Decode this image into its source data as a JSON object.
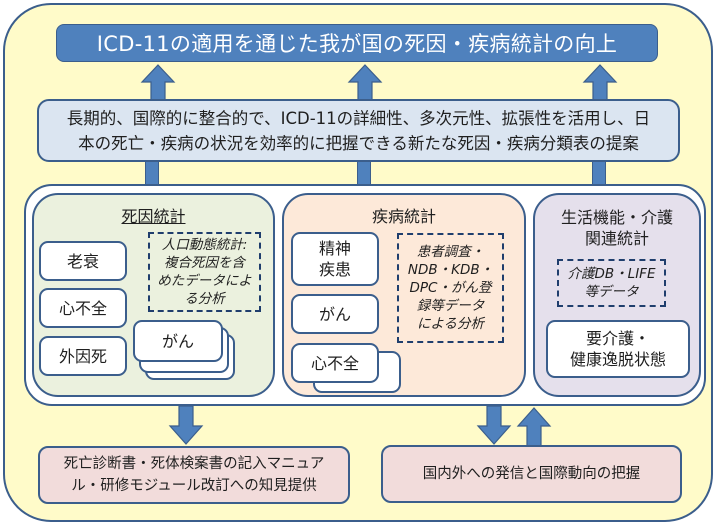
{
  "goal": {
    "text": "ICD-11の適用を通じた我が国の死因・疾病統計の向上"
  },
  "proposal": {
    "line1": "長期的、国際的に整合的で、ICD-11の詳細性、多次元性、拡張性を活用し、日",
    "line2": "本の死亡・疾病の状況を効率的に把握できる新たな死因・疾病分類表の提案"
  },
  "panels": {
    "mortality": {
      "title": "死因統計",
      "items": [
        "老衰",
        "心不全",
        "外因死",
        "がん"
      ],
      "analysis": [
        "人口動態統計:",
        "複合死因を含",
        "めたデータによ",
        "る分析"
      ]
    },
    "morbidity": {
      "title": "疾病統計",
      "items": [
        "精神",
        "疾患",
        "がん",
        "心不全"
      ],
      "analysis": [
        "患者調査・",
        "NDB・KDB・",
        "DPC・がん登",
        "録等データ",
        "による分析"
      ]
    },
    "care": {
      "title_line1": "生活機能・介護",
      "title_line2": "関連統計",
      "analysis": [
        "介護DB・LIFE",
        "等データ"
      ],
      "item_line1": "要介護・",
      "item_line2": "健康逸脱状態"
    }
  },
  "outputs": {
    "manual": {
      "line1": "死亡診断書・死体検案書の記入マニュア",
      "line2": "ル・研修モジュール改訂への知見提供"
    },
    "international": {
      "text": "国内外への発信と国際動向の把握"
    }
  },
  "colors": {
    "outer_bg": "#fffbc9",
    "goal_bg": "#4f81bd",
    "proposal_bg": "#dbe5f1",
    "mortality_bg": "#ebf1de",
    "morbidity_bg": "#fde9d9",
    "care_bg": "#e5e0ec",
    "output_bg": "#f2dcdb",
    "border": "#3b5e8c"
  }
}
